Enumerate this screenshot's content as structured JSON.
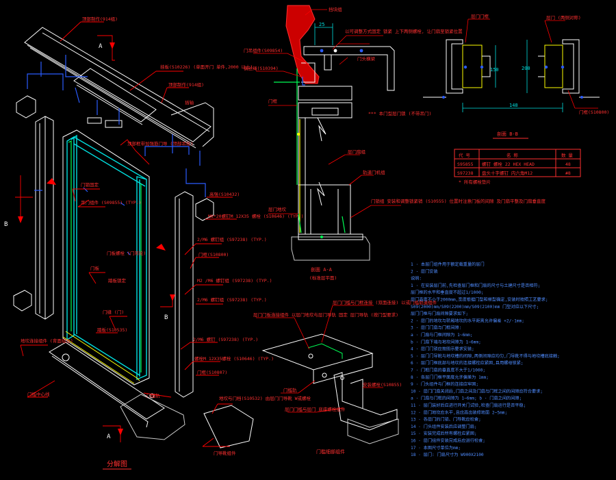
{
  "colors": {
    "background": "#000000",
    "structure": "#ffffff",
    "leader": "#ff0000",
    "label": "#ff3030",
    "notes": "#4f8cff",
    "blue": "#2b5cff",
    "cyan": "#00e0e0",
    "green": "#00ff55",
    "yellow": "#ffff00",
    "orange": "#ff8a2a"
  },
  "exploded_view": {
    "title": "分解图",
    "section_marks": [
      "A",
      "A",
      "B",
      "B"
    ],
    "callouts": [
      "顶部制作(914组)",
      "挂板(S10226) (单面开门 单件,2000 以上)",
      "顶部制作(914组)",
      "插轴",
      "顶部框带加强筋门导 (顶部吊轮)",
      "门锁固定",
      "吊门组件 (S09855) (TYP.)",
      "高强(S10432)",
      "M8*20螺钉M 12X35 螺栓 (S10646) (TYP.)",
      "2/M6 螺钉组 (S97238) (TYP.)",
      "门框(S10800)",
      "门板",
      "门板螺栓 (门吊轮)",
      "踏板锁定",
      "门缝 (门)",
      "M2 /M6 螺钉组 (S97238) (TYP.)",
      "2/M6 螺钉组 (S97238) (TYP.)",
      "踏板(S10535)",
      "地坎连接组件 (背面组合)",
      "2/M6 螺钉 (S97238) (TYP.)",
      "螺栓M 12X35螺栓 (S10646) (TYP.)",
      "门框(S10807)",
      "门槛轨",
      "门槛中心线",
      "地坎与门档(S10532) 由层门门导靴 W或螺栓",
      "门导靴组件"
    ]
  },
  "section_aa": {
    "title": "剖面 A-A",
    "subtitle": "(标准层平面)",
    "dimension": "25",
    "callouts": [
      "挡块组",
      "门吊组件(S09854)",
      "钢丝绳(S10394)",
      "门头横梁",
      "以可调整方式固定  锁紧 上下两侧螺栓, 让门扇至锁紧位置",
      "门框",
      "*** 本门型层门锁 (不带吊门)",
      "层门扇组",
      "轨道门机组",
      "门锁组  安装和调整锁紧销 (S10555) 位置时注意门板的间隙 及门扇平整及门扇垂直度",
      "层门地坎"
    ]
  },
  "section_bb": {
    "title": "剖面 B-B",
    "dim_left": "150",
    "dim_right": "200",
    "dim_bottom": "148",
    "callouts": [
      "层门门框",
      "层门 (两侧对称)",
      "门框(S10800)"
    ]
  },
  "parts_table": {
    "headers": [
      "代 号",
      "名 称",
      "数 量"
    ],
    "rows": [
      [
        "S95855",
        "螺钉 螺栓 22 HEX HEAD",
        "48"
      ],
      [
        "S97238",
        "盘头十字螺钉 内六角M12",
        "#8"
      ]
    ],
    "footnote": "* 所有螺栓垫片"
  },
  "sill_detail": {
    "title": "门槛细部组件",
    "callouts": [
      "层门门槛与门框连接 (双面连接) 以或门槛轨道组件",
      "层门门板连接组件 以层门地坎与层门导轨 固定 层门导轨 (按门型要求)",
      "门槛轨",
      "安装螺栓(S10855)",
      "层门门槛与层门 底座螺栓组件"
    ]
  },
  "notes": {
    "lines": [
      "1 · 本层门组件用于额定载重量的层门",
      "2 · 层门安装",
      "说明:",
      "1 · 在安装层门前,先检查层门框和门扇的尺寸与土建尺寸是否相符;",
      "    层门框的水平和垂直度不超过1/1000;",
      "    层门高度不小于2000mm,宽度根据门型和梯型确定,安装时按照工艺要求;",
      "    S09(2000)mm/S09(2200)mm/S09(2100)mm 门型对应以下尺寸;",
      "    层门门框与门扇间隙要求如下;",
      "2 · 层门的地坎与轿厢地坎的水平距离允许偏差 +2/-1mm;",
      "3 · 层门门扇与门框间隙:",
      "    a · 门扇与门框间隙为 1~6mm;",
      "    b · 门扇下端与地坎间隙为 1~6mm;",
      "4 · 层门门锁应按图示要求安装;",
      "5 · 层门门导靴与地坎槽的间隙,两侧间隙应均匀,门导靴不得与地坎槽底接触;",
      "6 · 层门门框底部与地坎的连接螺栓应紧固,且用螺母锁紧;",
      "7 · 门框门扇的垂直度不大于1/1000;",
      "8 · 各层门门框平面度允许偏差为 1mm;",
      "9 · 门头组件与门框的连接应牢固;",
      "10 · 层门门扇关闭后,门扇之间及门扇与门框之间的间隙应符合要求;",
      "    a · 门扇与门框的间隙为 1~6mm; b · 门扇之间的间隙;",
      "11 · 层门装好后应进行开关门试验,检查门扇运行是否平稳;",
      "12 · 层门地坎应水平,且应高出装修地面 2~5mm;",
      "13 · 各层门的门锁、门导靴应检查;",
      "14 · 门头组件安装后应调整门扇;",
      "15 · 安装完成后所有螺栓应紧固;",
      "16 · 层门组件安装完成后应进行检查;",
      "17 · 本图尺寸单位为mm;",
      "18 · 层门: 门扇尺寸为 W900X2100"
    ]
  }
}
